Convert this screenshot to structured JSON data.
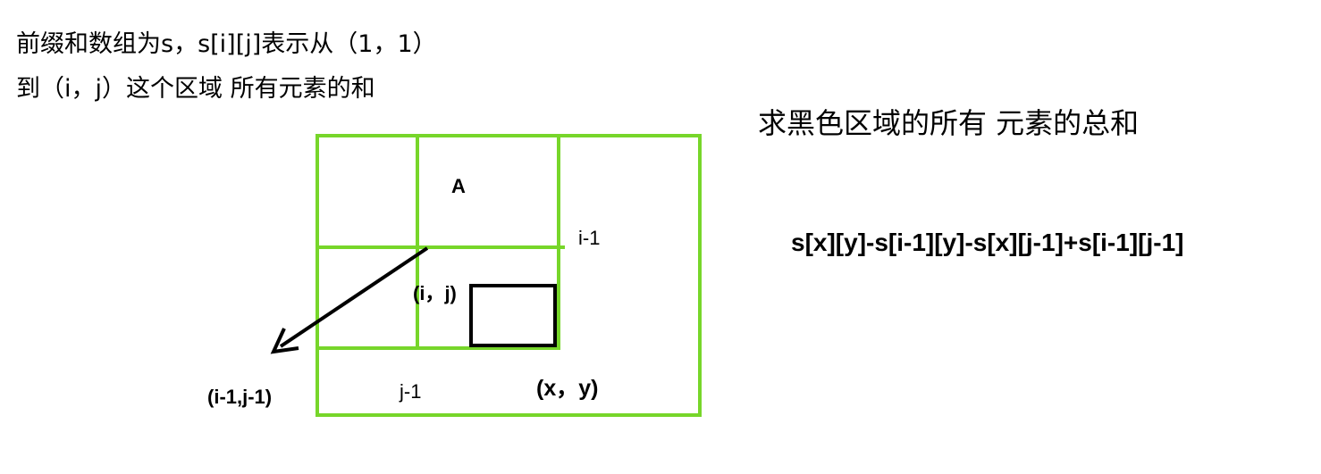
{
  "intro": {
    "line1": "前缀和数组为s，s[i][j]表示从（1，1）",
    "line2": "到（i，j）这个区域 所有元素的和"
  },
  "right": {
    "title": "求黑色区域的所有 元素的总和",
    "formula": "s[x][y]-s[i-1][y]-s[x][j-1]+s[i-1][j-1]"
  },
  "diagram": {
    "label_A": "A",
    "label_i_minus_1": "i-1",
    "label_ij": "(i，j)",
    "label_xy": "(x，y)",
    "label_j_minus_1": "j-1",
    "label_i1j1": "(i-1,j-1)"
  },
  "colors": {
    "grid": "#77d62a",
    "rect": "#000000",
    "arrow": "#000000",
    "text": "#000000"
  }
}
